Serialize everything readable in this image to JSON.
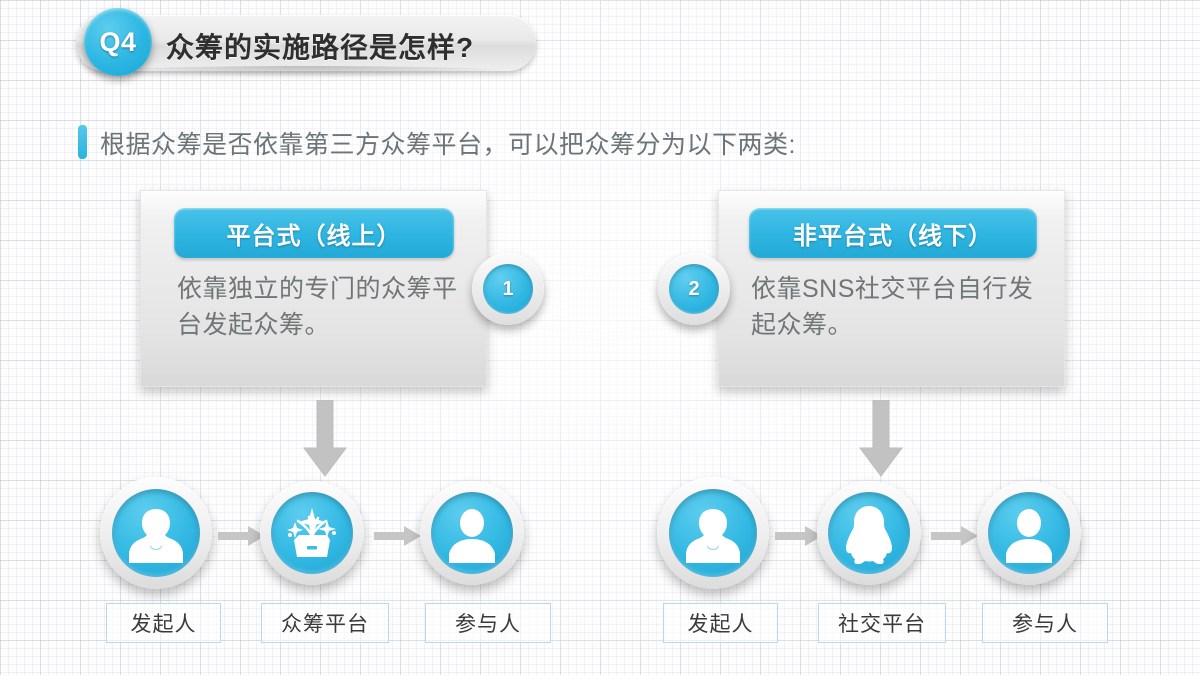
{
  "slide": {
    "header": {
      "badge": "Q4",
      "title": "众筹的实施路径是怎样?"
    },
    "subtitle": "根据众筹是否依靠第三方众筹平台，可以把众筹分为以下两类:",
    "cards": [
      {
        "number": "1",
        "heading": "平台式（线上）",
        "body": "依靠独立的专门的众筹平台发起众筹。"
      },
      {
        "number": "2",
        "heading": "非平台式（线下）",
        "body": "依靠SNS社交平台自行发起众筹。"
      }
    ],
    "flows": [
      {
        "nodes": [
          {
            "icon": "male-person-icon",
            "label": "发起人"
          },
          {
            "icon": "gift-box-sparkle-icon",
            "label": "众筹平台"
          },
          {
            "icon": "user-silhouette-icon",
            "label": "参与人"
          }
        ]
      },
      {
        "nodes": [
          {
            "icon": "male-person-icon",
            "label": "发起人"
          },
          {
            "icon": "qq-penguin-icon",
            "label": "社交平台"
          },
          {
            "icon": "user-silhouette-icon",
            "label": "参与人"
          }
        ]
      }
    ],
    "colors": {
      "accent": "#2fb6e2",
      "accent_dark": "#1fa3d1",
      "card_gray": "#e4e4e4",
      "text_gray": "#707578",
      "arrow_gray": "#c2c2c2",
      "label_border": "#b8d9ea"
    }
  }
}
